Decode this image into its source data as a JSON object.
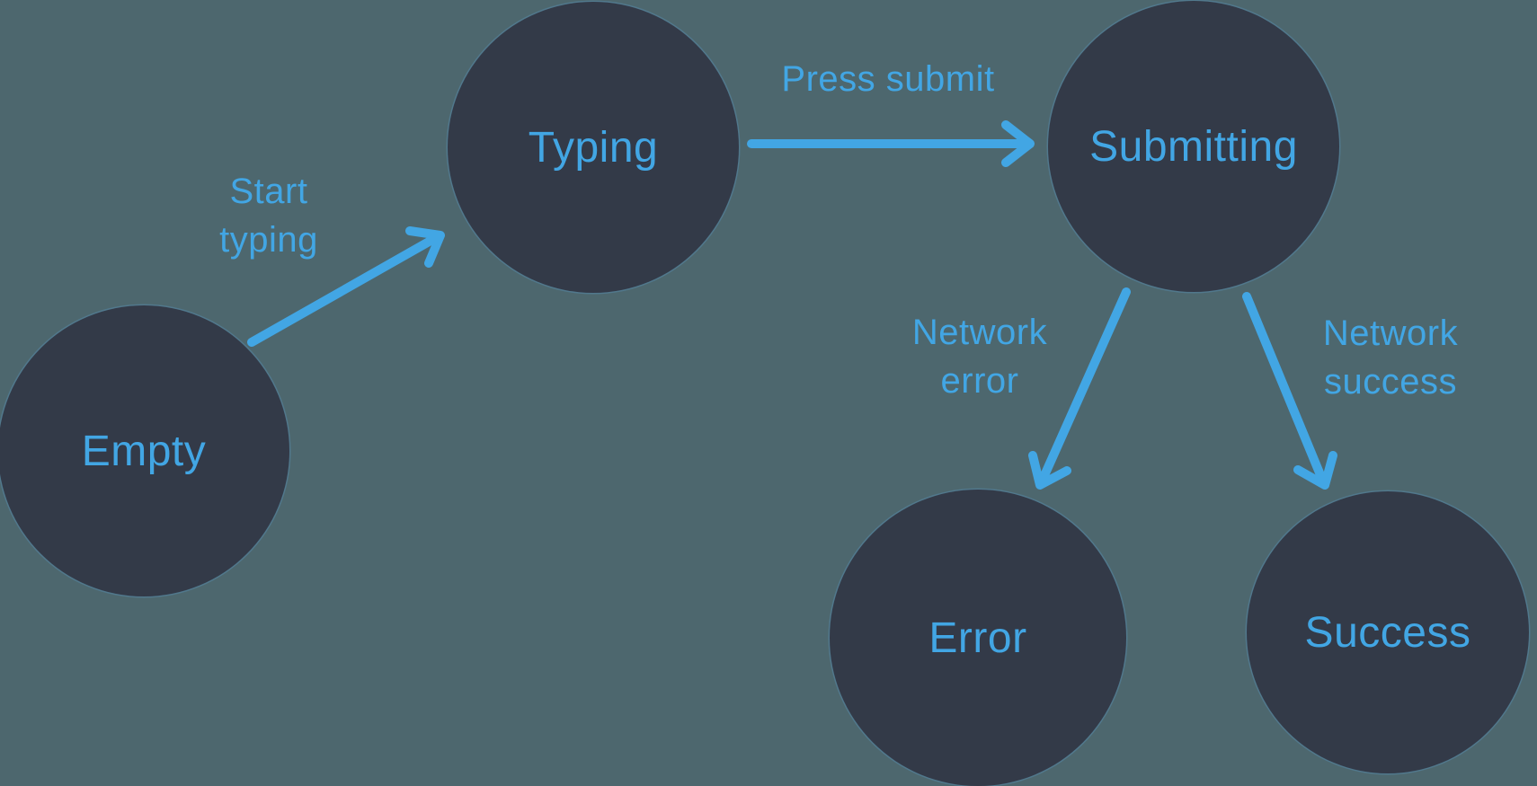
{
  "diagram_type": "state-machine",
  "colors": {
    "background": "#4D676E",
    "node_fill": "#333A48",
    "accent": "#42A6E4"
  },
  "nodes": [
    {
      "id": "empty",
      "label": "Empty"
    },
    {
      "id": "typing",
      "label": "Typing"
    },
    {
      "id": "submitting",
      "label": "Submitting"
    },
    {
      "id": "error",
      "label": "Error"
    },
    {
      "id": "success",
      "label": "Success"
    }
  ],
  "edges": [
    {
      "from": "empty",
      "to": "typing",
      "label": "Start typing",
      "label_lines": [
        "Start",
        "typing"
      ]
    },
    {
      "from": "typing",
      "to": "submitting",
      "label": "Press submit",
      "label_lines": [
        "Press submit"
      ]
    },
    {
      "from": "submitting",
      "to": "error",
      "label": "Network error",
      "label_lines": [
        "Network",
        "error"
      ]
    },
    {
      "from": "submitting",
      "to": "success",
      "label": "Network success",
      "label_lines": [
        "Network",
        "success"
      ]
    }
  ]
}
